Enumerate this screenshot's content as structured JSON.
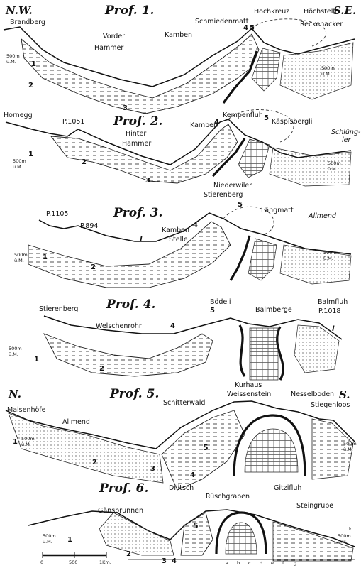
{
  "profiles": [
    {
      "title": "Prof. 1.",
      "corner_left": "N.W.",
      "corner_right": "S.E.",
      "places": [
        "Brandberg",
        "Vorder",
        "Hammer",
        "Kamben",
        "Schmiedenmatt",
        "Hochkreuz",
        "Höchstelli",
        "Reckenacker"
      ],
      "datum_left": "500m",
      "datum_left_sub": "ü.M.",
      "datum_right": "500m",
      "datum_right_sub": "ü.M.",
      "numbers": [
        "1",
        "2",
        "3",
        "4",
        "5"
      ]
    },
    {
      "title": "Prof. 2.",
      "places": [
        "Hornegg",
        "P.1051",
        "Hinter",
        "Hammer",
        "Kamben",
        "Kempenfluh",
        "Käspisbergli",
        "Schlüng-",
        "ler"
      ],
      "datum_left": "500m",
      "datum_left_sub": "ü.M.",
      "datum_right": "500m",
      "datum_right_sub": "ü.M.",
      "numbers": [
        "1",
        "2",
        "3",
        "4",
        "5"
      ]
    },
    {
      "title": "Prof. 3.",
      "places": [
        "P.1105",
        "P.894",
        "Kamben",
        "Stelle",
        "Niederwiler",
        "Stierenberg",
        "Längmatt",
        "Allmend"
      ],
      "datum_left": "500m",
      "datum_left_sub": "ü.M.",
      "datum_right": "500m",
      "datum_right_sub": "ü.M.",
      "numbers": [
        "1",
        "2",
        "4",
        "5",
        "l"
      ]
    },
    {
      "title": "Prof. 4.",
      "places": [
        "Stierenberg",
        "Welschenrohr",
        "Bödeli",
        "Balmberge",
        "Balmfluh",
        "P.1018"
      ],
      "datum_left": "500m",
      "datum_left_sub": "ü.M.",
      "numbers": [
        "1",
        "2",
        "4",
        "5",
        "l"
      ]
    },
    {
      "title": "Prof. 5.",
      "corner_left": "N.",
      "corner_right": "S.",
      "places": [
        "Malsenhöfe",
        "Allmend",
        "Schitterwald",
        "Kurhaus",
        "Weissenstein",
        "Nesselboden",
        "Stiegenloos"
      ],
      "datum_left": "500m",
      "datum_left_sub": "ü.M.",
      "datum_right": "500m",
      "datum_right_sub": "ü.M.",
      "numbers": [
        "1",
        "2",
        "3",
        "4",
        "5"
      ]
    },
    {
      "title": "Prof. 6.",
      "places": [
        "Dilitsch",
        "Rüschgraben",
        "Gitzifluh",
        "Gänsbrunnen",
        "Steingrube"
      ],
      "datum_left": "500m",
      "datum_left_sub": "ü.M.",
      "datum_right": "500m",
      "datum_right_sub": "ü.M.",
      "numbers": [
        "1",
        "2",
        "3",
        "4",
        "5"
      ],
      "legend_letters": [
        "a",
        "b",
        "c",
        "d",
        "e",
        "f",
        "g",
        "k"
      ]
    }
  ],
  "scale_bar": {
    "labels": [
      "0",
      "500",
      "1Km."
    ]
  },
  "colors": {
    "ink": "#111111",
    "paper": "#ffffff"
  }
}
